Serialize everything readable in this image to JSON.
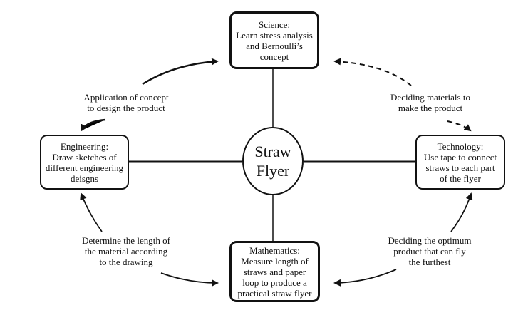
{
  "center": {
    "line1": "Straw",
    "line2": "Flyer"
  },
  "nodes": {
    "science": {
      "title": "Science:",
      "lines": [
        "Learn stress analysis",
        "and Bernoulli’s",
        "concept"
      ]
    },
    "engineering": {
      "title": "Engineering:",
      "lines": [
        "Draw sketches of",
        "different engineering",
        "deisgns"
      ]
    },
    "technology": {
      "title": "Technology:",
      "lines": [
        "Use tape to connect",
        "straws to each part",
        "of the flyer"
      ]
    },
    "mathematics": {
      "title": "Mathematics:",
      "lines": [
        "Measure length of",
        "straws and paper",
        "loop to produce a",
        "practical straw flyer"
      ]
    }
  },
  "edges": {
    "engineering_science": [
      "Application of concept",
      "to design the product"
    ],
    "science_technology": [
      "Deciding materials to",
      "make the product"
    ],
    "mathematics_engineering": [
      "Determine the length of",
      "the material according",
      "to the drawing"
    ],
    "technology_mathematics": [
      "Deciding the optimum",
      "product that can fly",
      "the furthest"
    ]
  }
}
